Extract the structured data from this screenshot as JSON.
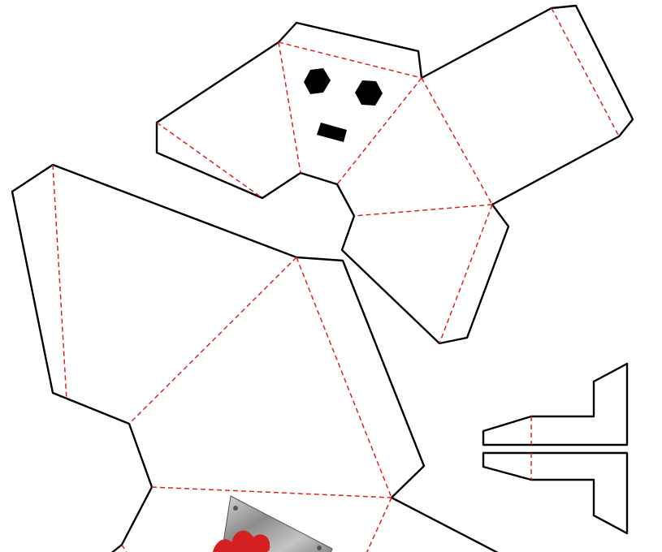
{
  "colors": {
    "cut_line": "#000000",
    "fold_line": "#e02020",
    "face_features": "#000000",
    "badge_metal": "#9a9a9a",
    "badge_emblem": "#d42020",
    "paper": "#ffffff"
  },
  "template": {
    "pieces": [
      "head-piece",
      "body-piece",
      "wing-piece-upper",
      "wing-piece-lower"
    ],
    "face_features": [
      "left-eye",
      "right-eye",
      "mouth"
    ],
    "decal": "chest-emblem-badge"
  }
}
